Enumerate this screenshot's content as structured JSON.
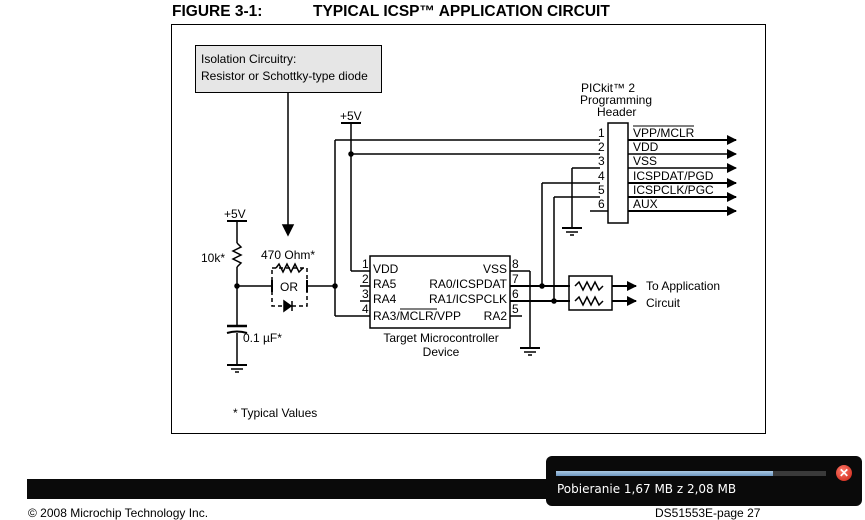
{
  "figure": {
    "label": "FIGURE 3-1:",
    "title": "TYPICAL ICSP™ APPLICATION CIRCUIT"
  },
  "isolation_box": {
    "line1": "Isolation Circuitry:",
    "line2": "Resistor or Schottky-type diode"
  },
  "header": {
    "title_line1": "PICkit™ 2",
    "title_line2": "Programming",
    "title_line3": "Header",
    "pins": [
      {
        "num": "1",
        "name": "VPP/MCLR"
      },
      {
        "num": "2",
        "name": "VDD"
      },
      {
        "num": "3",
        "name": "VSS"
      },
      {
        "num": "4",
        "name": "ICSPDAT/PGD"
      },
      {
        "num": "5",
        "name": "ICSPCLK/PGC"
      },
      {
        "num": "6",
        "name": "AUX"
      }
    ]
  },
  "supply": {
    "left": "+5V",
    "top": "+5V"
  },
  "components": {
    "pullup_resistor": "10k*",
    "isolation_resistor": "470 Ohm*",
    "or_label": "OR",
    "capacitor": "0.1 µF*"
  },
  "mcu": {
    "pins_left": [
      {
        "num": "1",
        "name": "VDD"
      },
      {
        "num": "2",
        "name": "RA5"
      },
      {
        "num": "3",
        "name": "RA4"
      },
      {
        "num": "4",
        "name": "RA3/MCLR/VPP"
      }
    ],
    "pins_right": [
      {
        "num": "8",
        "name": "VSS"
      },
      {
        "num": "7",
        "name": "RA0/ICSPDAT"
      },
      {
        "num": "6",
        "name": "RA1/ICSPCLK"
      },
      {
        "num": "5",
        "name": "RA2"
      }
    ],
    "caption_line1": "Target Microcontroller",
    "caption_line2": "Device"
  },
  "application": {
    "line1": "To Application",
    "line2": "Circuit"
  },
  "note": "*  Typical Values",
  "footer": {
    "copyright": "© 2008 Microchip Technology Inc.",
    "page": "DS51553E-page 27"
  },
  "download": {
    "status": "Pobieranie 1,67 MB z 2,08 MB",
    "progress_percent": 80.3
  }
}
